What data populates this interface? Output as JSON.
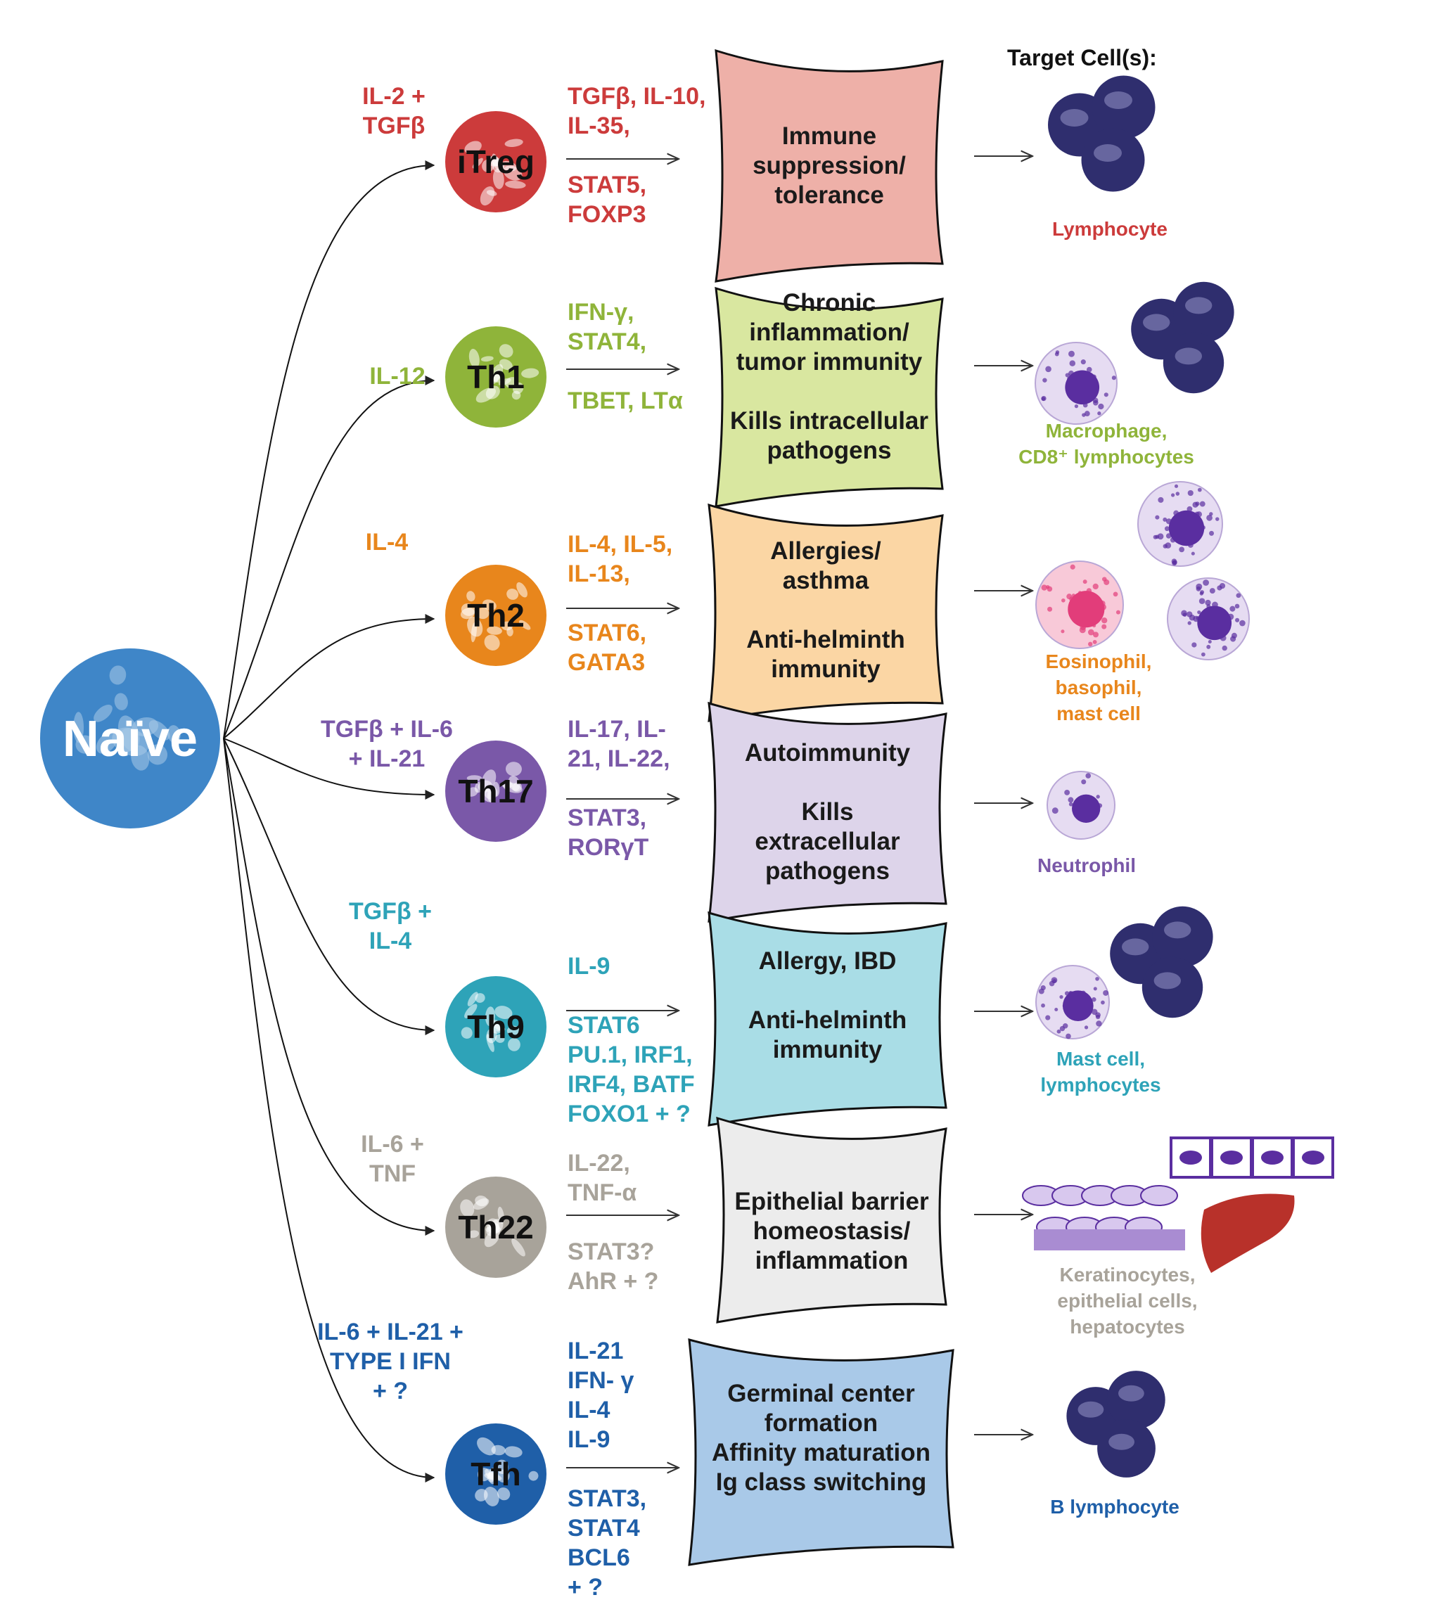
{
  "header": "Target Cell(s):",
  "naive": {
    "label": "Naïve",
    "color": "#3f86c8",
    "light": "#a9cbe8"
  },
  "subsets": [
    {
      "key": "itreg",
      "name": "iTreg",
      "color": "#cc3b3b",
      "box_fill": "#eeb0a8",
      "inducers": [
        "IL-2 +",
        "TGFβ"
      ],
      "products": [
        "TGFβ, IL-10,",
        "IL-35,",
        "",
        "STAT5,",
        "FOXP3"
      ],
      "functions": [
        "Immune",
        "suppression/",
        "tolerance"
      ],
      "target_label": [
        "Lymphocyte"
      ],
      "targets": [
        "lymphocyte-cluster"
      ]
    },
    {
      "key": "th1",
      "name": "Th1",
      "color": "#8fb43a",
      "box_fill": "#d9e7a0",
      "inducers": [
        "IL-12"
      ],
      "products": [
        "IFN-γ,",
        "STAT4,",
        "",
        "TBET, LTα"
      ],
      "functions": [
        "Chronic",
        "inflammation/",
        "tumor immunity",
        "",
        "Kills intracellular",
        "pathogens"
      ],
      "target_label": [
        "Macrophage,",
        "CD8⁺ lymphocytes"
      ],
      "targets": [
        "macrophage",
        "lymphocyte-cluster"
      ]
    },
    {
      "key": "th2",
      "name": "Th2",
      "color": "#e8861c",
      "box_fill": "#fbd6a4",
      "inducers": [
        "IL-4"
      ],
      "products": [
        "IL-4, IL-5,",
        "IL-13,",
        "",
        "STAT6,",
        "GATA3"
      ],
      "functions": [
        "Allergies/",
        "asthma",
        "",
        "Anti-helminth",
        "immunity"
      ],
      "target_label": [
        "Eosinophil,",
        "basophil,",
        "mast cell"
      ],
      "targets": [
        "eosinophil",
        "basophil",
        "mast-cell"
      ]
    },
    {
      "key": "th17",
      "name": "Th17",
      "color": "#7a58a8",
      "box_fill": "#ddd4ea",
      "inducers": [
        "TGFβ + IL-6",
        "+ IL-21"
      ],
      "products": [
        "IL-17, IL-",
        "21, IL-22,",
        "",
        "STAT3,",
        "RORγT"
      ],
      "functions": [
        "Autoimmunity",
        "",
        "Kills",
        "extracellular",
        "pathogens"
      ],
      "target_label": [
        "Neutrophil"
      ],
      "targets": [
        "neutrophil"
      ]
    },
    {
      "key": "th9",
      "name": "Th9",
      "color": "#2ea3b8",
      "box_fill": "#a9dde6",
      "inducers": [
        "TGFβ +",
        "IL-4"
      ],
      "products": [
        "IL-9",
        "",
        "STAT6",
        "PU.1, IRF1,",
        "IRF4, BATF",
        "FOXO1 + ?"
      ],
      "functions": [
        "Allergy, IBD",
        "",
        "Anti-helminth",
        "immunity"
      ],
      "target_label": [
        "Mast cell,",
        "lymphocytes"
      ],
      "targets": [
        "mast-cell",
        "lymphocyte-cluster"
      ]
    },
    {
      "key": "th22",
      "name": "Th22",
      "color": "#a8a39a",
      "box_fill": "#ececec",
      "inducers": [
        "IL-6 +",
        "TNF"
      ],
      "products": [
        "IL-22,",
        "TNF-α",
        "",
        "STAT3?",
        "AhR + ?"
      ],
      "functions": [
        "Epithelial barrier",
        "homeostasis/",
        "inflammation"
      ],
      "target_label": [
        "Keratinocytes,",
        "epithelial cells,",
        "hepatocytes"
      ],
      "targets": [
        "keratinocytes",
        "epithelial-cells",
        "liver"
      ]
    },
    {
      "key": "tfh",
      "name": "Tfh",
      "color": "#1f5fa8",
      "box_fill": "#a9c9e8",
      "inducers": [
        "IL-6 + IL-21 +",
        "TYPE I IFN",
        "+ ?"
      ],
      "products": [
        "IL-21",
        "IFN- γ",
        "IL-4",
        "IL-9",
        "",
        "STAT3,",
        "STAT4",
        "BCL6",
        "+ ?"
      ],
      "functions": [
        "Germinal center",
        "formation",
        "Affinity maturation",
        "Ig class switching"
      ],
      "target_label": [
        "B lymphocyte"
      ],
      "targets": [
        "lymphocyte-cluster"
      ]
    }
  ],
  "colors": {
    "lymphocyte": "#2f2e6e",
    "lymphocyte_light": "#8e8cc0",
    "cell_purple": "#5a2ea0",
    "cell_lavender": "#e6dcf2",
    "eosinophil_pink": "#e23d7a",
    "liver": "#b8312a",
    "arrow": "#333333",
    "grey_text": "#a6a6a6"
  }
}
